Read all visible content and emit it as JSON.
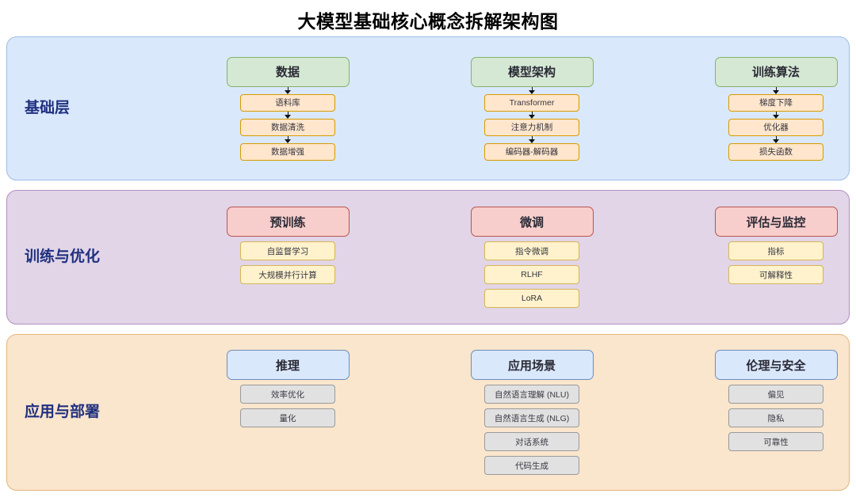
{
  "title": "大模型基础核心概念拆解架构图",
  "layers": [
    {
      "id": "foundation",
      "label": "基础层",
      "header_color": "#d5e8d4",
      "header_border": "#82b366",
      "child_color": "#ffe6cc",
      "child_border": "#d79b00",
      "band_color": "#dae8fc",
      "arrows": true,
      "columns": [
        {
          "header": "数据",
          "children": [
            "语料库",
            "数据清洗",
            "数据增强"
          ]
        },
        {
          "header": "模型架构",
          "children": [
            "Transformer",
            "注意力机制",
            "编码器-解码器"
          ]
        },
        {
          "header": "训练算法",
          "children": [
            "梯度下降",
            "优化器",
            "损失函数"
          ]
        }
      ]
    },
    {
      "id": "training",
      "label": "训练与优化",
      "header_color": "#f8cecc",
      "header_border": "#b85450",
      "child_color": "#fff2cc",
      "child_border": "#d6b656",
      "band_color": "#e1d5e7",
      "arrows": false,
      "columns": [
        {
          "header": "预训练",
          "children": [
            "自监督学习",
            "大规模并行计算"
          ]
        },
        {
          "header": "微调",
          "children": [
            "指令微调",
            "RLHF",
            "LoRA"
          ]
        },
        {
          "header": "评估与监控",
          "children": [
            "指标",
            "可解释性"
          ]
        }
      ]
    },
    {
      "id": "application",
      "label": "应用与部署",
      "header_color": "#dae8fc",
      "header_border": "#6c8ebf",
      "child_color": "#e1e1e1",
      "child_border": "#9a9a9a",
      "band_color": "#fae5cd",
      "arrows": false,
      "columns": [
        {
          "header": "推理",
          "children": [
            "效率优化",
            "量化"
          ]
        },
        {
          "header": "应用场景",
          "children": [
            "自然语言理解 (NLU)",
            "自然语言生成 (NLG)",
            "对话系统",
            "代码生成"
          ]
        },
        {
          "header": "伦理与安全",
          "children": [
            "偏见",
            "隐私",
            "可靠性"
          ]
        }
      ]
    }
  ]
}
